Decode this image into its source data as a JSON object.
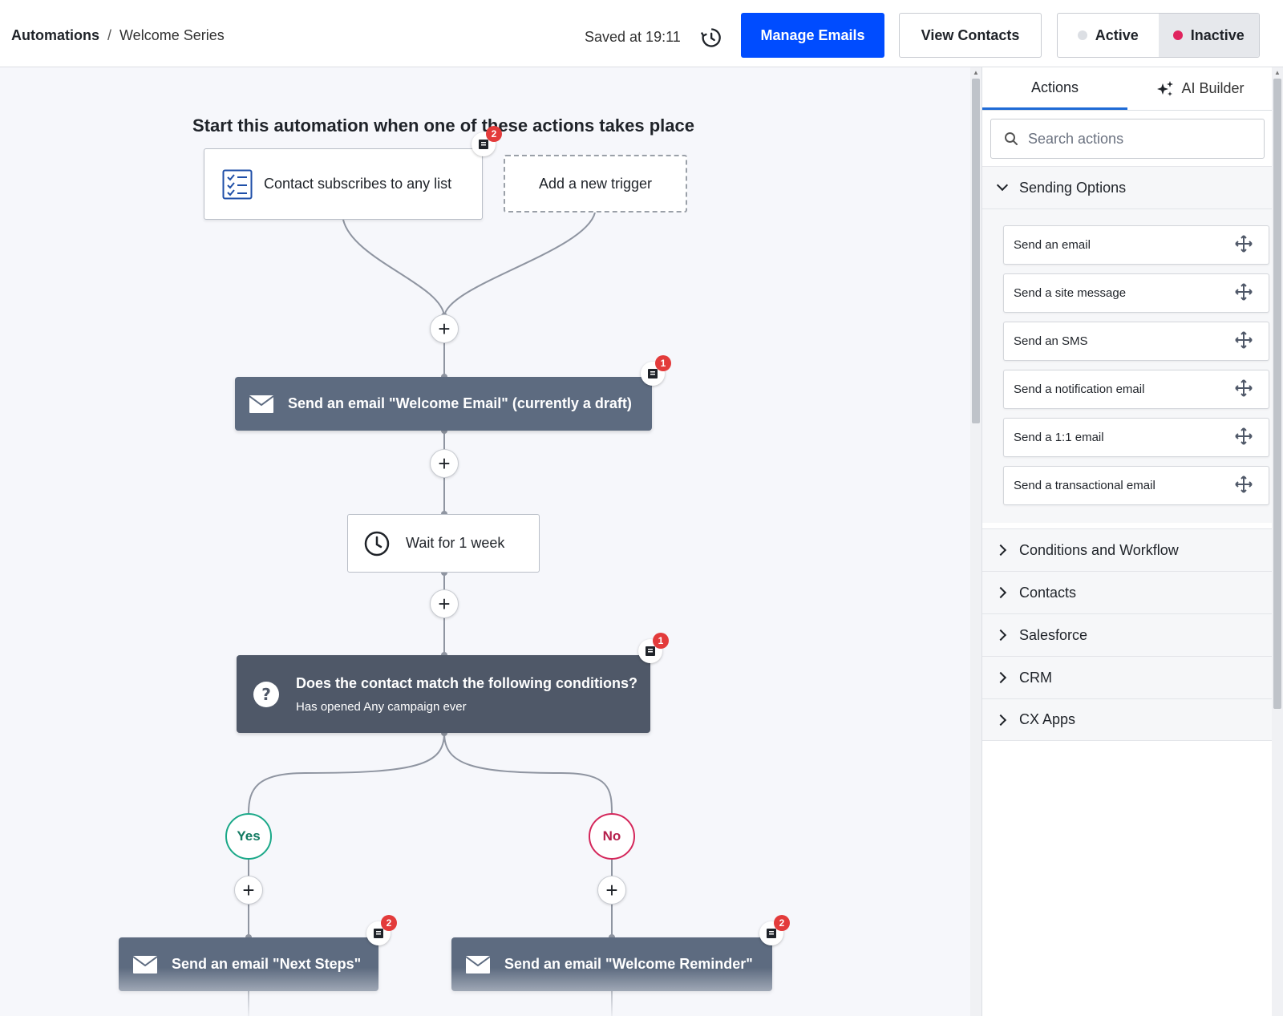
{
  "header": {
    "breadcrumb_root": "Automations",
    "breadcrumb_sep": "/",
    "breadcrumb_current": "Welcome Series",
    "saved_text": "Saved at 19:11",
    "manage_emails": "Manage Emails",
    "view_contacts": "View Contacts",
    "status": {
      "active_label": "Active",
      "inactive_label": "Inactive",
      "selected": "Inactive",
      "active_dot_color": "#dcdfe4",
      "inactive_dot_color": "#e0245e"
    }
  },
  "canvas": {
    "heading": "Start this automation when one of these actions takes place",
    "trigger_label": "Contact subscribes to any list",
    "trigger_notes": "2",
    "add_trigger_label": "Add a new trigger",
    "email1_label": "Send an email \"Welcome Email\" (currently a draft)",
    "email1_notes": "1",
    "wait_label": "Wait for 1 week",
    "condition_title": "Does the contact match the following conditions?",
    "condition_subtitle": "Has opened Any campaign ever",
    "condition_notes": "1",
    "yes_label": "Yes",
    "no_label": "No",
    "email2_label": "Send an email \"Next Steps\"",
    "email2_notes": "2",
    "email3_label": "Send an email \"Welcome Reminder\"",
    "email3_notes": "2",
    "plus_symbol": "+"
  },
  "panel": {
    "tab_actions": "Actions",
    "tab_ai_builder": "AI Builder",
    "search_placeholder": "Search actions",
    "sections": {
      "sending_options": "Sending Options",
      "conditions_workflow": "Conditions and Workflow",
      "contacts": "Contacts",
      "salesforce": "Salesforce",
      "crm": "CRM",
      "cx_apps": "CX Apps"
    },
    "sending_actions": [
      "Send an email",
      "Send a site message",
      "Send an SMS",
      "Send a notification email",
      "Send a 1:1 email",
      "Send a transactional email"
    ]
  },
  "colors": {
    "primary": "#004cff",
    "email_node": "#5d6b80",
    "condition_node": "#4f5868",
    "yes": "#1aa888",
    "no": "#d4265a",
    "badge": "#e33b3b"
  }
}
